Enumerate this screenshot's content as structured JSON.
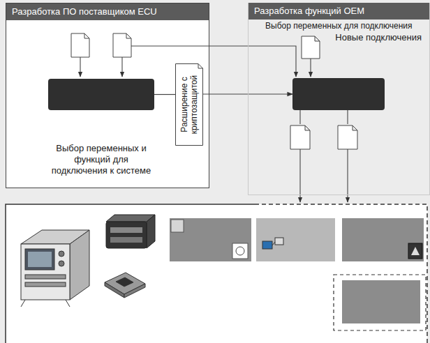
{
  "diagram": {
    "nodes": [
      {
        "text": [
          "Разработка ПО поставщиком ECU"
        ]
      },
      {
        "text": [
          "Выбор переменных и функций для подключения к системе"
        ],
        "in": 0
      },
      {
        "text": [
          "Разработка функций OEM"
        ]
      },
      {
        "text": [
          "Новые подключения"
        ],
        "in": 2
      },
      {
        "text": [
          "Расширение с криптозащитой"
        ]
      }
    ],
    "edges": [
      {
        "from": 1,
        "to": 4,
        "arrow": "none"
      },
      {
        "from": 4,
        "to": 3,
        "arrow": "to"
      }
    ],
    "labels": [
      "Выбор переменных для подключения"
    ]
  }
}
